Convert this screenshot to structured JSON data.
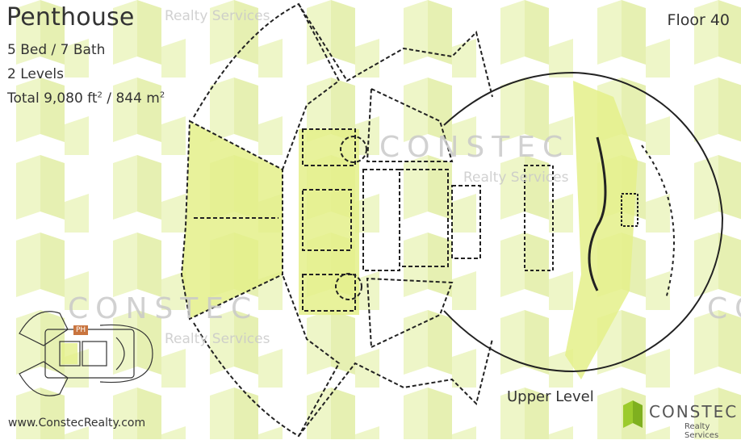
{
  "title": "Penthouse",
  "specs": {
    "bed_bath": "5 Bed / 7 Bath",
    "levels": "2 Levels",
    "total_prefix": "Total 9,080 ft",
    "total_mid": " / 844 m",
    "sup": "2"
  },
  "floor": "Floor 40",
  "level_label": "Upper Level",
  "website": "www.ConstecRealty.com",
  "watermark": {
    "brand": "CONSTEC",
    "sub": "Realty Services"
  },
  "logo": {
    "name": "CONSTEC",
    "sub": "Realty Services"
  },
  "keyplan": {
    "marker": "PH"
  },
  "colors": {
    "pattern": "#eef6c8",
    "highlight": "#e4f08a",
    "logo_green": "#9ccb2d",
    "marker": "#c9743e"
  }
}
